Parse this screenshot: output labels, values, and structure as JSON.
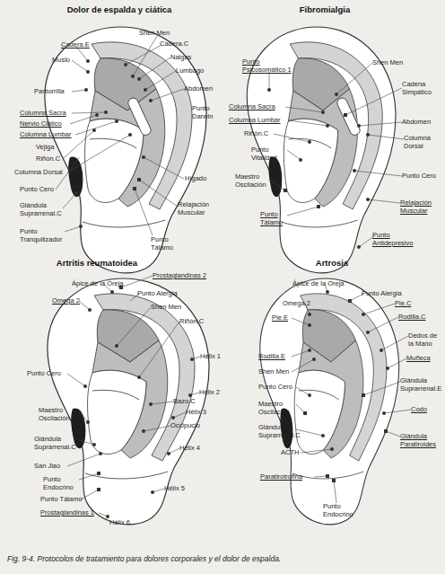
{
  "diagram": {
    "caption": "Fig. 9-4. Protocolos de tratamiento para dolores corporales y el dolor de espalda.",
    "labels": [
      "Dolor de espalda y ciática",
      "Shen Men",
      "Cadera.E",
      "Cadera.C",
      "Muslo",
      "Nalgas",
      "Lumbago",
      "Pantorrilla",
      "Abdomen",
      "Columna Sacra",
      "Punto Darwin",
      "Nervio Ciático",
      "Columna Lumbar",
      "Vejiga",
      "Riñón.C",
      "Columna Dorsal",
      "Hígado",
      "Punto Cero",
      "Glándula Suprarrenal.C",
      "Relajación Muscular",
      "Punto Tranquilizador",
      "Punto Tálamo",
      "Fibromialgia",
      "Punto Psicosomático 1",
      "Shen Men",
      "Cadena Simpático",
      "Abdomen",
      "Columna Sacra",
      "Columna Lumbar",
      "Columna Dorsal",
      "Riñón.C",
      "Punto Vitalidad",
      "Punto Cero",
      "Maestro Oscilación",
      "Relajación Muscular",
      "Punto Tálamo",
      "Punto Antidepresivo",
      "Artritis reumatoidea",
      "Prostaglandinas 2",
      "Ápice de la Oreja",
      "Punto Alergia",
      "Omega 2",
      "Shen Men",
      "Riñón.C",
      "Hélix 1",
      "Punto Cero",
      "Hélix 2",
      "Bazo.C",
      "Hélix 3",
      "Maestro Oscilación",
      "Occipucio",
      "Glándula Suprarrenal.C",
      "Hélix 4",
      "San Jiao",
      "Punto Endocrino",
      "Hélix 5",
      "Punto Tálamo",
      "Prostaglandinas 1",
      "Hélix 6",
      "Artrosis",
      "Ápice de la Oreja",
      "Punto Alergia",
      "Omega 2",
      "Pie.C",
      "Pie.E",
      "Rodilla.C",
      "Rodilla.E",
      "Dedos de la Mano",
      "Muñeca",
      "Shen Men",
      "Glándula Suprarrenal.E",
      "Punto Cero",
      "Codo",
      "Maestro Oscilación",
      "Glándula Suprarrenal.C",
      "Glándula Paratiroides",
      "ACTH",
      "Paratirotrofina",
      "Punto Endocrino"
    ]
  }
}
